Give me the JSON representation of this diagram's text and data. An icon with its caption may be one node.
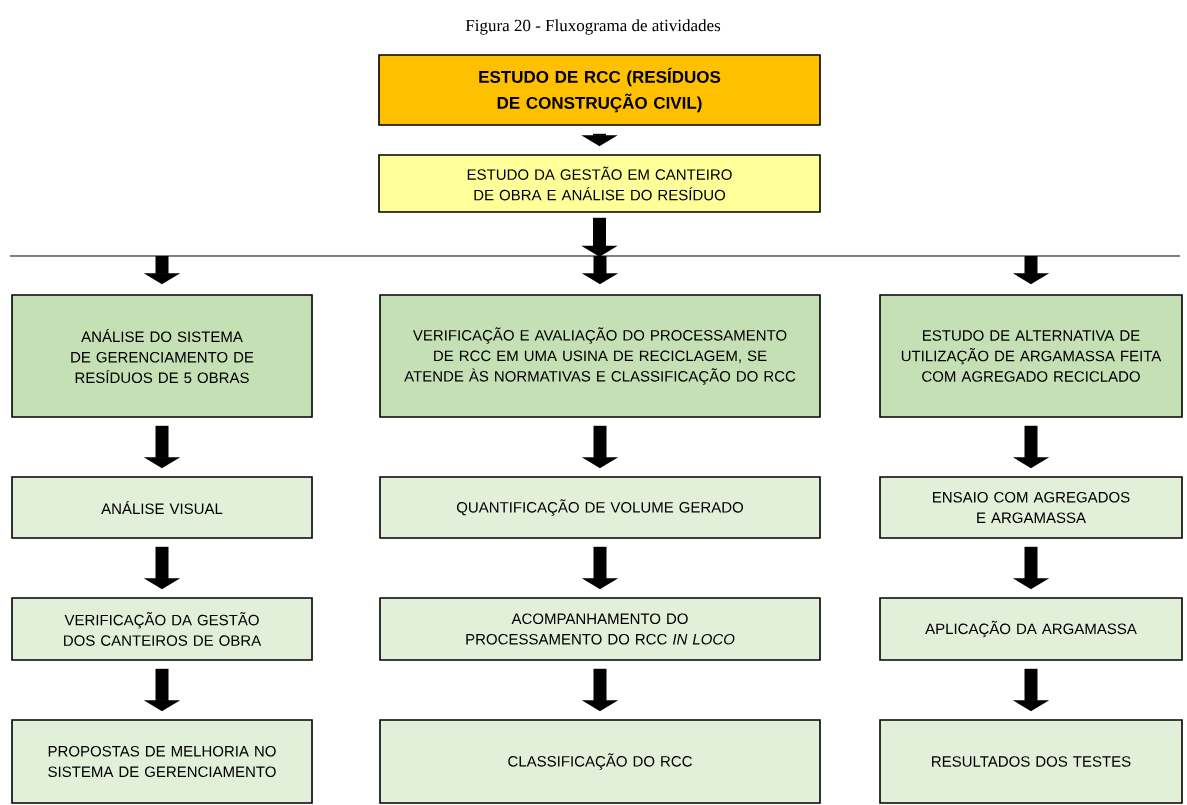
{
  "diagram": {
    "title": "Figura 20 - Fluxograma de atividades",
    "nodes": [
      {
        "text": [
          "ESTUDO DE RCC  (RESÍDUOS DE CONSTRUÇÃO CIVIL)"
        ]
      },
      {
        "text": [
          "ESTUDO DA GESTÃO EM CANTEIRO DE OBRA E ANÁLISE DO RESÍDUO"
        ]
      },
      {
        "text": [
          "ANÁLISE DO SISTEMA DE GERENCIAMENTO DE RESÍDUOS DE 5 OBRAS"
        ]
      },
      {
        "text": [
          "VERIFICAÇÃO E AVALIAÇÃO DO PROCESSAMENTO DE RCC EM UMA USINA DE RECICLAGEM, SE ATENDE ÀS NORMATIVAS E CLASSIFICAÇÃO DO RCC"
        ]
      },
      {
        "text": [
          "ESTUDO DE ALTERNATIVA DE UTILIZAÇÃO DE ARGAMASSA FEITA COM AGREGADO RECICLADO"
        ]
      },
      {
        "text": [
          "ANÁLISE VISUAL"
        ]
      },
      {
        "text": [
          "QUANTIFICAÇÃO DE VOLUME GERADO"
        ]
      },
      {
        "text": [
          "ENSAIO COM AGREGADOS E ARGAMASSA"
        ]
      },
      {
        "text": [
          "VERIFICAÇÃO DA GESTÃO DOS CANTEIROS DE OBRA"
        ]
      },
      {
        "text": [
          "ACOMPANHAMENTO DO PROCESSAMENTO DO RCC *IN LOCO*"
        ]
      },
      {
        "text": [
          "APLICAÇÃO DA ARGAMASSA"
        ]
      },
      {
        "text": [
          "PROPOSTAS DE MELHORIA NO SISTEMA DE GERENCIAMENTO"
        ]
      },
      {
        "text": [
          "CLASSIFICAÇÃO DO RCC"
        ]
      },
      {
        "text": [
          "RESULTADOS DOS TESTES"
        ]
      }
    ],
    "edges": [
      {
        "from": 0,
        "to": 1,
        "arrow": "to"
      },
      {
        "from": 1,
        "to": 2,
        "arrow": "to"
      },
      {
        "from": 1,
        "to": 3,
        "arrow": "to"
      },
      {
        "from": 1,
        "to": 4,
        "arrow": "to"
      },
      {
        "from": 2,
        "to": 5,
        "arrow": "to"
      },
      {
        "from": 5,
        "to": 8,
        "arrow": "to"
      },
      {
        "from": 8,
        "to": 11,
        "arrow": "to"
      },
      {
        "from": 3,
        "to": 6,
        "arrow": "to"
      },
      {
        "from": 6,
        "to": 9,
        "arrow": "to"
      },
      {
        "from": 9,
        "to": 12,
        "arrow": "to"
      },
      {
        "from": 4,
        "to": 7,
        "arrow": "to"
      },
      {
        "from": 7,
        "to": 10,
        "arrow": "to"
      },
      {
        "from": 10,
        "to": 13,
        "arrow": "to"
      }
    ]
  }
}
